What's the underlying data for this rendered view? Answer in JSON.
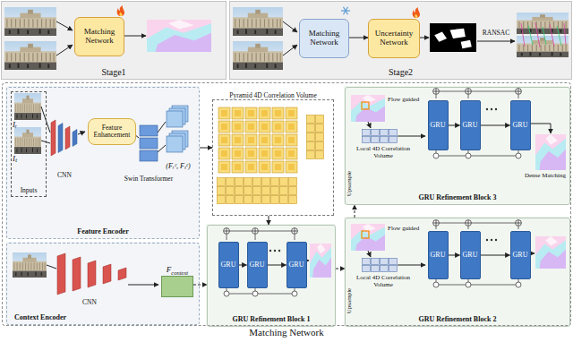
{
  "diagram": {
    "nodes": [
      {
        "text": [
          "Stage1"
        ]
      },
      {
        "text": [
          "Matching Network"
        ],
        "in": 0
      },
      {
        "text": [
          "Stage2"
        ]
      },
      {
        "text": [
          "Matching Network"
        ],
        "in": 2
      },
      {
        "text": [
          "Uncertainty Network"
        ],
        "in": 2
      },
      {
        "text": [
          "Matching Network"
        ]
      },
      {
        "text": [
          "Feature Encoder"
        ],
        "in": 5
      },
      {
        "text": [
          "Inputs"
        ],
        "in": 6
      },
      {
        "text": [
          "Feature Enhancement"
        ],
        "in": 6
      },
      {
        "text": [
          "Context Encoder"
        ],
        "in": 5
      },
      {
        "text": [
          "F",
          "context"
        ],
        "in": 9
      },
      {
        "text": [
          "Pyramid 4D Correlation Volume"
        ],
        "in": 5
      },
      {
        "text": [
          "GRU Refinement Block 3"
        ],
        "in": 5
      },
      {
        "text": [
          "GRU"
        ],
        "in": 12
      },
      {
        "text": [
          "GRU"
        ],
        "in": 12
      },
      {
        "text": [
          "GRU"
        ],
        "in": 12
      },
      {
        "text": [
          "GRU Refinement Block 1"
        ],
        "in": 5
      },
      {
        "text": [
          "GRU"
        ],
        "in": 16
      },
      {
        "text": [
          "GRU"
        ],
        "in": 16
      },
      {
        "text": [
          "GRU"
        ],
        "in": 16
      },
      {
        "text": [
          "GRU Refinement Block 2"
        ],
        "in": 5
      },
      {
        "text": [
          "GRU"
        ],
        "in": 20
      },
      {
        "text": [
          "GRU"
        ],
        "in": 20
      },
      {
        "text": [
          "GRU"
        ],
        "in": 20
      }
    ],
    "edges": [
      {
        "from": 3,
        "to": 4,
        "arrow": "to"
      },
      {
        "from": 6,
        "to": 11,
        "arrow": "to"
      },
      {
        "from": 11,
        "to": 16,
        "arrow": "to"
      },
      {
        "from": 10,
        "to": 16,
        "arrow": "to"
      },
      {
        "from": 16,
        "to": 20,
        "arrow": "to"
      },
      {
        "from": 20,
        "to": 12,
        "arrow": "to"
      },
      {
        "from": 13,
        "to": 14,
        "arrow": "to"
      },
      {
        "from": 14,
        "to": 15,
        "arrow": "to"
      },
      {
        "from": 17,
        "to": 18,
        "arrow": "to"
      },
      {
        "from": 18,
        "to": 19,
        "arrow": "to"
      },
      {
        "from": 21,
        "to": 22,
        "arrow": "to"
      },
      {
        "from": 22,
        "to": 23,
        "arrow": "to"
      }
    ],
    "labels": [
      "RANSAC",
      "Iᵣ",
      "Iₜ",
      "CNN",
      "Swin Transformer",
      "(Fᵣᶜ, Fₜᶜ)",
      "CNN",
      "Flow guided",
      "Local 4D Correlation Volume",
      "Upsample",
      "Dense Matching",
      "Flow guided",
      "Local 4D Correlation Volume",
      "Upsample"
    ]
  }
}
